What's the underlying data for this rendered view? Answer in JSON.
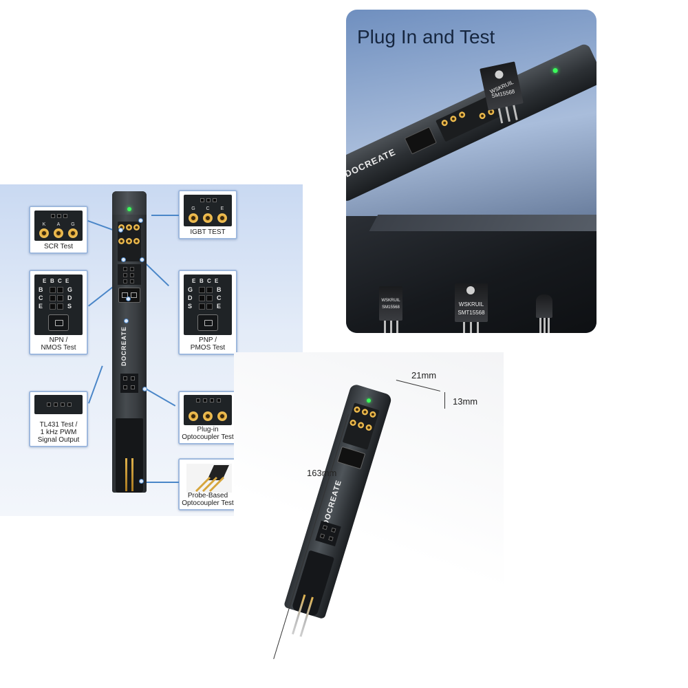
{
  "left_diagram": {
    "device_brand": "DOCREATE",
    "callouts": {
      "scr": {
        "label": "SCR Test",
        "pins": [
          "K",
          "A",
          "G"
        ]
      },
      "igbt": {
        "label": "IGBT TEST",
        "pins": [
          "G",
          "C",
          "E"
        ]
      },
      "npn": {
        "label_lines": [
          "NPN /",
          "NMOS Test"
        ],
        "header": [
          "E",
          "B",
          "C",
          "E"
        ],
        "rows": [
          "B",
          "C",
          "E"
        ],
        "rows_right": [
          "G",
          "D",
          "S"
        ]
      },
      "pnp": {
        "label_lines": [
          "PNP /",
          "PMOS Test"
        ],
        "header": [
          "E",
          "B",
          "C",
          "E"
        ],
        "rows": [
          "G",
          "D",
          "S"
        ],
        "rows_right": [
          "B",
          "C",
          "E"
        ]
      },
      "tl431": {
        "label_lines": [
          "TL431 Test /",
          "1 kHz PWM",
          "Signal Output"
        ]
      },
      "plugin_opto": {
        "label_lines": [
          "Plug-in",
          "Optocoupler Test"
        ]
      },
      "probe_opto": {
        "label_lines": [
          "Probe-Based",
          "Optocoupler Test"
        ]
      }
    },
    "accent_color": "#4a86c8"
  },
  "photo_plug": {
    "title": "Plug In and Test",
    "brand": "DOCREATE",
    "chip_top_text": [
      "WSKRUIL",
      "SM15568"
    ],
    "chip_left_text": [
      "WSKRUIL",
      "SM15568"
    ],
    "chip_mid_text": [
      "WSKRUIL",
      "SMT15568"
    ]
  },
  "photo_dims": {
    "brand": "DOCREATE",
    "width_label": "21mm",
    "depth_label": "13mm",
    "length_label": "163mm"
  }
}
